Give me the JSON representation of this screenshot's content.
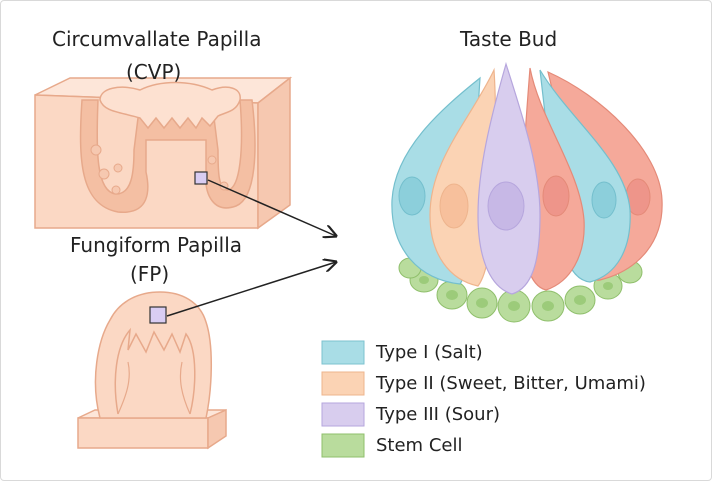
{
  "labels": {
    "cvp_title": "Circumvallate Papilla",
    "cvp_abbr": "(CVP)",
    "fp_title": "Fungiform Papilla",
    "fp_abbr": "(FP)",
    "bud_title": "Taste Bud"
  },
  "legend": [
    {
      "label": "Type I (Salt)",
      "color": "#a9dde6"
    },
    {
      "label": "Type II (Sweet, Bitter, Umami)",
      "color": "#fbd3b4"
    },
    {
      "label": "Type III (Sour)",
      "color": "#d8cdee"
    },
    {
      "label": "Stem Cell",
      "color": "#b9dc9d"
    }
  ],
  "colors": {
    "tissue": "#fbd8c4",
    "tissue_dark": "#f4bfa3",
    "tissue_outline": "#e7a98b",
    "type1": "#a9dde6",
    "type2": "#fbd3b4",
    "type3": "#d8cdee",
    "red_cell": "#f5a99a",
    "stem": "#b9dc9d",
    "marker": "#d9cdf3",
    "arrow": "#222222"
  }
}
